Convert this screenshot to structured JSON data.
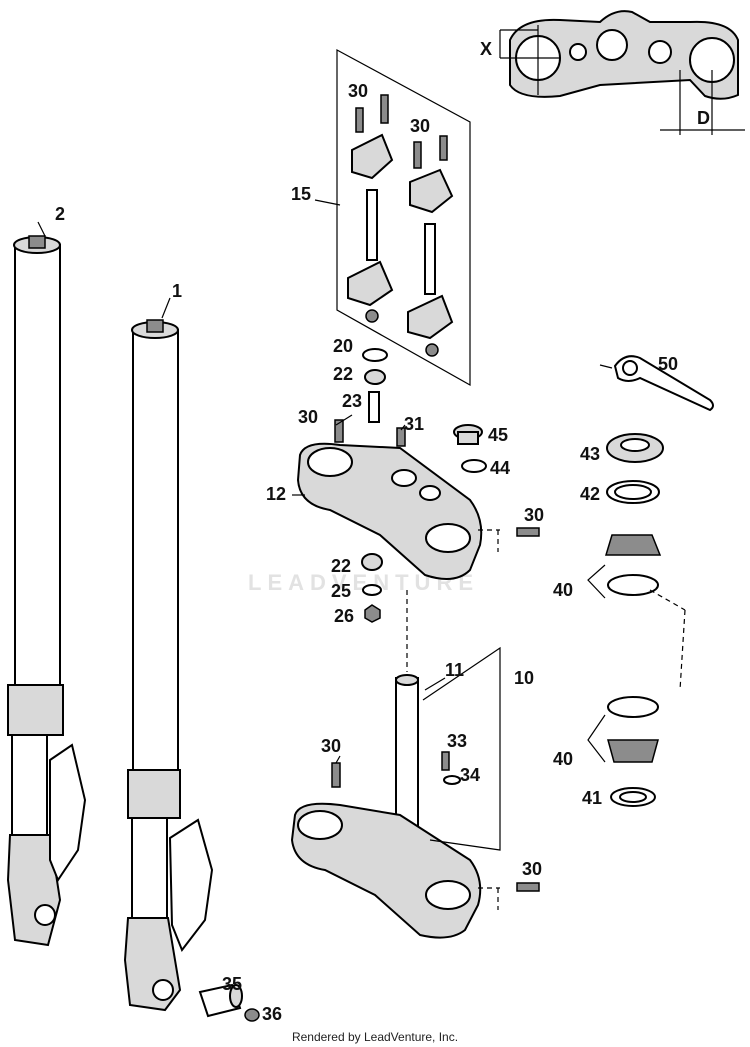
{
  "watermark": "LEADVENTURE",
  "footer": "Rendered by LeadVenture, Inc.",
  "dimensions": {
    "x": "X",
    "d": "D"
  },
  "callouts": {
    "c1": "1",
    "c2": "2",
    "c10": "10",
    "c11": "11",
    "c12": "12",
    "c15": "15",
    "c20": "20",
    "c22a": "22",
    "c22b": "22",
    "c23": "23",
    "c25": "25",
    "c26": "26",
    "c30a": "30",
    "c30b": "30",
    "c30c": "30",
    "c30d": "30",
    "c30e": "30",
    "c30f": "30",
    "c31": "31",
    "c33": "33",
    "c34": "34",
    "c35": "35",
    "c36": "36",
    "c40a": "40",
    "c40b": "40",
    "c41": "41",
    "c42": "42",
    "c43": "43",
    "c44": "44",
    "c45": "45",
    "c50": "50"
  }
}
